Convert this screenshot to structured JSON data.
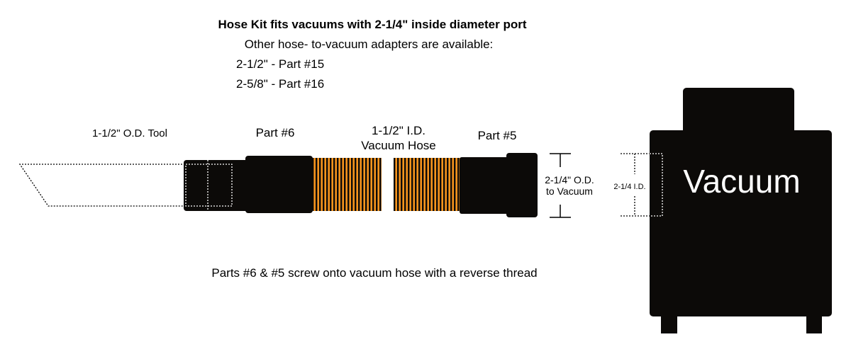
{
  "header": {
    "title": "Hose Kit fits vacuums with 2-1/4\" inside diameter port",
    "subtitle": "Other hose- to-vacuum adapters are available:",
    "adapters": [
      "2-1/2\" - Part #15",
      "2-5/8\" - Part #16"
    ]
  },
  "labels": {
    "tool": "1-1/2\" O.D. Tool",
    "part6": "Part #6",
    "hose_line1": "1-1/2\" I.D.",
    "hose_line2": "Vacuum Hose",
    "part5": "Part #5",
    "od_line1": "2-1/4\" O.D.",
    "od_line2": "to Vacuum",
    "id_label": "2-1/4 I.D.",
    "vacuum": "Vacuum",
    "note": "Parts #6 & #5 screw onto vacuum hose with a reverse thread"
  },
  "colors": {
    "part": "#0c0a08",
    "hose": "#f7941d"
  }
}
